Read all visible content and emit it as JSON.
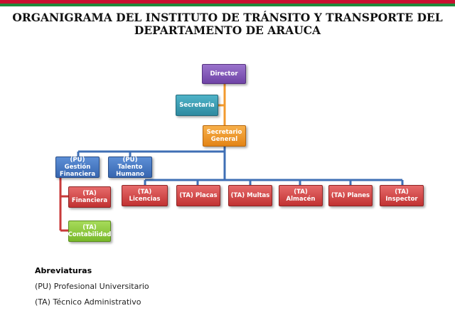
{
  "colors": {
    "stripe_red": "#c8102e",
    "stripe_green": "#1f8a3a",
    "director": "#7a4fb0",
    "secretaria": "#3a9bb2",
    "secretario_general": "#ef9526",
    "profesional": "#4676c2",
    "tecnico": "#cf4646",
    "contabilidad": "#8cc63f",
    "line_blue": "#3f6fb5",
    "line_orange": "#f29a2e",
    "line_red": "#c83a3a"
  },
  "title": {
    "line1": "ORGANIGRAMA DEL INSTITUTO DE TRÁNSITO Y TRANSPORTE DEL",
    "line2": "DEPARTAMENTO DE ARAUCA"
  },
  "nodes": {
    "director": "Director",
    "secretaria": "Secretaria",
    "secretario_general": "Secretario\nGeneral",
    "gestion_financiera": "(PU) Gestión\nFinanciera",
    "talento_humano": "(PU) Talento\nHumano",
    "financiera": "(TA)\nFinanciera",
    "contabilidad": "(TA)\nContabilidad",
    "licencias": "(TA) Licencias",
    "placas": "(TA) Placas",
    "multas": "(TA) Multas",
    "almacen": "(TA) Almacén",
    "planes": "(TA) Planes",
    "inspector": "(TA)\nInspector"
  },
  "legend": {
    "title": "Abreviaturas",
    "pu": "(PU) Profesional Universitario",
    "ta": "(TA) Técnico Administrativo"
  }
}
